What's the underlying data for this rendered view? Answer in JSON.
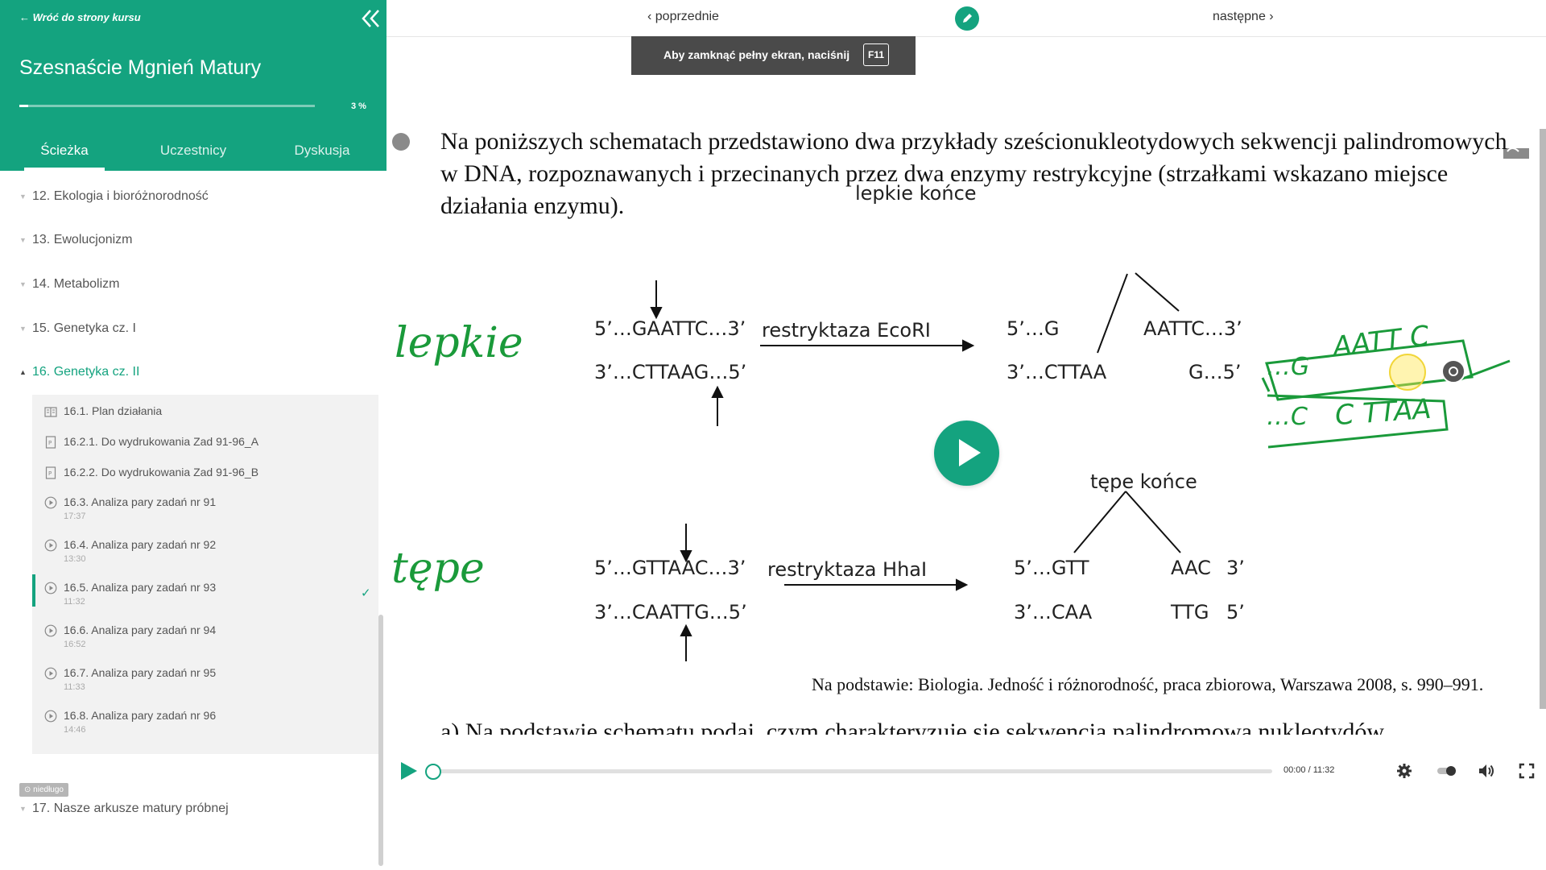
{
  "sidebar": {
    "back_label": "← Wróć do strony kursu",
    "course_title": "Szesnaście Mgnień Matury",
    "progress_percent": 3,
    "progress_label": "3 %",
    "tabs": [
      {
        "label": "Ścieżka",
        "active": true
      },
      {
        "label": "Uczestnicy",
        "active": false
      },
      {
        "label": "Dyskusja",
        "active": false
      }
    ],
    "chapters": [
      {
        "label": "12. Ekologia i bioróżnorodność"
      },
      {
        "label": "13. Ewolucjonizm"
      },
      {
        "label": "14. Metabolizm"
      },
      {
        "label": "15. Genetyka cz. I"
      },
      {
        "label": "16. Genetyka cz. II",
        "open": true
      }
    ],
    "lessons": [
      {
        "title": "16.1. Plan działania",
        "duration": "",
        "icon": "book-icon"
      },
      {
        "title": "16.2.1. Do wydrukowania Zad 91-96_A",
        "duration": "",
        "icon": "pdf-icon"
      },
      {
        "title": "16.2.2. Do wydrukowania Zad 91-96_B",
        "duration": "",
        "icon": "pdf-icon"
      },
      {
        "title": "16.3. Analiza pary zadań nr 91",
        "duration": "17:37",
        "icon": "play-circle-icon"
      },
      {
        "title": "16.4. Analiza pary zadań nr 92",
        "duration": "13:30",
        "icon": "play-circle-icon"
      },
      {
        "title": "16.5. Analiza pary zadań nr 93",
        "duration": "11:32",
        "icon": "play-circle-icon",
        "active": true,
        "check": "✓"
      },
      {
        "title": "16.6. Analiza pary zadań nr 94",
        "duration": "16:52",
        "icon": "play-circle-icon"
      },
      {
        "title": " 16.7. Analiza pary zadań nr 95",
        "duration": "11:33",
        "icon": "play-circle-icon"
      },
      {
        "title": "16.8. Analiza pary zadań nr 96",
        "duration": "14:46",
        "icon": "play-circle-icon"
      }
    ],
    "soon_badge": "⊙ niedługo",
    "last_chapter": "17. Nasze arkusze matury próbnej"
  },
  "topbar": {
    "prev_label": "‹ poprzednie",
    "next_label": "następne ›",
    "fullscreen_toast": "Aby zamknąć pełny ekran, naciśnij",
    "fullscreen_key": "F11"
  },
  "sheet": {
    "question": "Na poniższych schematach przedstawiono dwa przykłady sześcionukleotydowych sekwencji palindromowych w DNA, rozpoznawanych i przecinanych przez dwa enzymy restrykcyjne (strzałkami wskazano miejsce działania enzymu).",
    "sticky_label": "lepkie końce",
    "blunt_label": "tępe końce",
    "ecori": {
      "top": "5’…GAATTC…3’",
      "bottom": "3’…CTTAAG…5’",
      "enzyme": "restryktaza EcoRI",
      "left_top": "5’…G",
      "right_top": "AATTC…3’",
      "left_bottom": "3’…CTTAA",
      "right_bottom": "G…5’"
    },
    "hhai": {
      "top": "5’…GTTAAC…3’",
      "bottom": "3’…CAATTG…5’",
      "enzyme": "restryktaza HhaI",
      "left_top": "5’…GTT",
      "right_top": "AAC",
      "right_top_end": "3’",
      "left_bottom": "3’…CAA",
      "right_bottom": "TTG",
      "right_bottom_end": "5’"
    },
    "hand_sticky": "lepkie",
    "hand_blunt": "tępe",
    "hand_top_seq": "AATT C",
    "hand_bottom_seq": "C TTAA",
    "hand_left_top": "…G",
    "hand_left_bottom": "…C",
    "source": "Na podstawie: Biologia. Jedność i różnorodność, praca zbiorowa, Warszawa 2008, s. 990–991.",
    "cut_line": "a) Na podstawie schematu podaj, czym charakteryzuje się sekwencja palindromowa nukleotydów"
  },
  "player": {
    "time": "00:00 / 11:32",
    "progress": 0
  },
  "colors": {
    "accent": "#14a37f",
    "handwriting": "#1a9a3a"
  }
}
